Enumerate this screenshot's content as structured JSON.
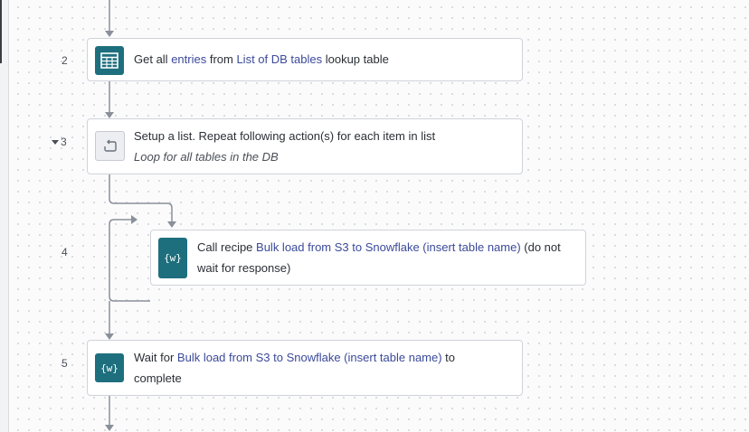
{
  "steps": [
    {
      "number": "2",
      "icon": "table-icon",
      "parts": {
        "p1": "Get all ",
        "l1": "entries",
        "p2": " from ",
        "l2": "List of DB tables",
        "p3": " lookup table"
      }
    },
    {
      "number": "3",
      "icon": "repeat-icon",
      "title": "Setup a list. Repeat following action(s) for each item in list",
      "subtitle": "Loop for all tables in the DB"
    },
    {
      "number": "4",
      "icon": "workato-icon",
      "icon_text": "{w}",
      "parts": {
        "p1": "Call recipe ",
        "l1": "Bulk load from S3 to Snowflake (insert table name)",
        "p2": " (do not",
        "p3": "wait for response)"
      }
    },
    {
      "number": "5",
      "icon": "workato-icon",
      "icon_text": "{w}",
      "parts": {
        "p1": "Wait for ",
        "l1": "Bulk load from S3 to Snowflake (insert table name)",
        "p2": " to",
        "p3": "complete"
      }
    }
  ],
  "colors": {
    "icon_teal": "#1e6f7e",
    "link_blue": "#3b4a9a",
    "connector": "#8a9099"
  }
}
